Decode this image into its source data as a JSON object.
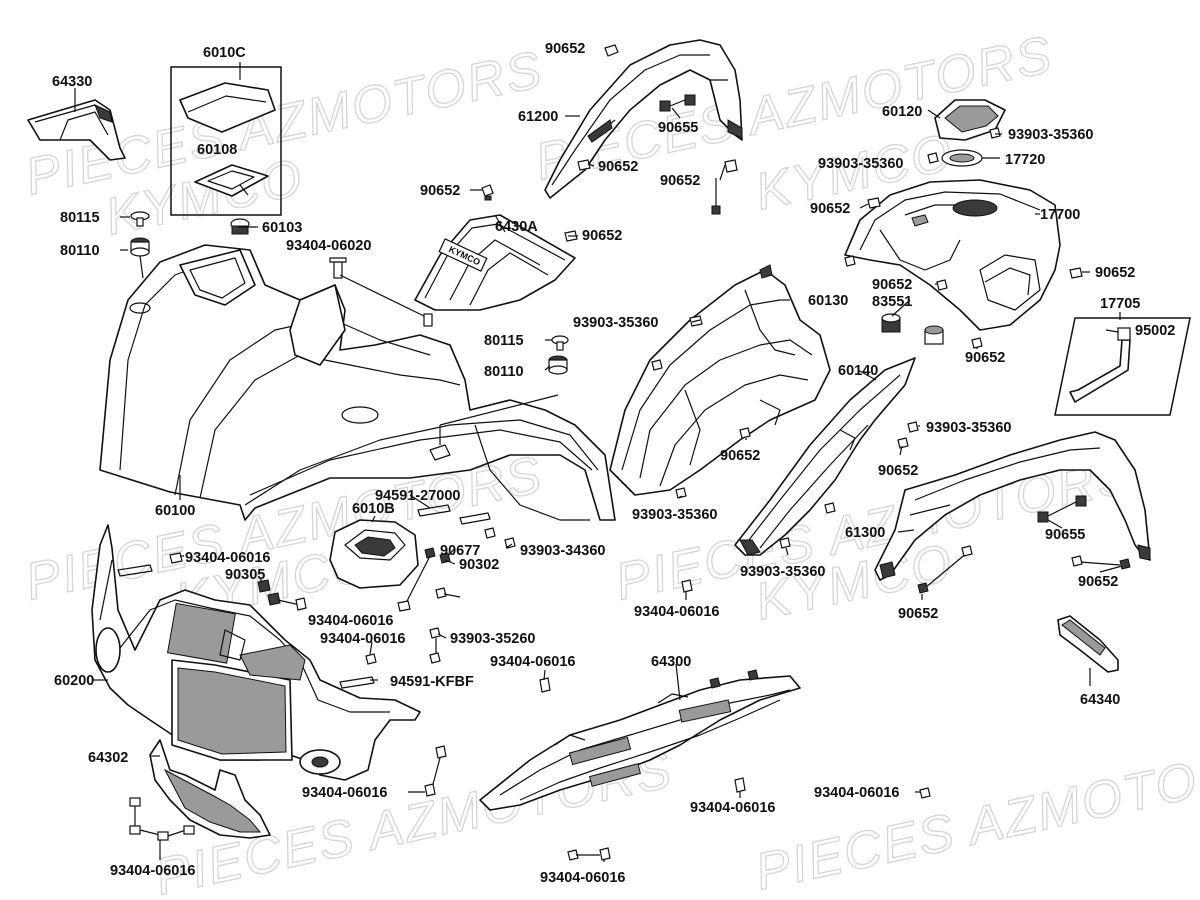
{
  "watermarks": [
    "PIECES AZMOTORS",
    "KYMCO"
  ],
  "labels": {
    "p64330": "64330",
    "p6010C": "6010C",
    "p60108": "60108",
    "p60103": "60103",
    "p80115a": "80115",
    "p80110a": "80110",
    "p93404_06020": "93404-06020",
    "p90652_top": "90652",
    "p61200": "61200",
    "p90655_top": "90655",
    "p90652_b": "90652",
    "p90652_c": "90652",
    "p90652_d": "90652",
    "p6430A": "6430A",
    "p90652_e": "90652",
    "p60120": "60120",
    "p93903_35360_a": "93903-35360",
    "p93903_35360_b": "93903-35360",
    "p17720": "17720",
    "p90652_f": "90652",
    "p17700": "17700",
    "p90652_g": "90652",
    "p90652_h": "90652",
    "p83551": "83551",
    "p90652_i": "90652",
    "p17705": "17705",
    "p95002": "95002",
    "p93903_35360_c": "93903-35360",
    "p60130": "60130",
    "p80115b": "80115",
    "p80110b": "80110",
    "p60140": "60140",
    "p93903_35360_d": "93903-35360",
    "p90652_j": "90652",
    "p90652_k": "90652",
    "p60100": "60100",
    "p94591_27000": "94591-27000",
    "p6010B": "6010B",
    "p93903_35360_e": "93903-35360",
    "p61300": "61300",
    "p90655_b": "90655",
    "p90677": "90677",
    "p93903_34360": "93903-34360",
    "p90305": "90305",
    "p90302": "90302",
    "p93404_06016_a": "93404-06016",
    "p93903_35360_f": "93903-35360",
    "p90652_l": "90652",
    "p90652_m": "90652",
    "p93404_06016_b": "93404-06016",
    "p93404_06016_c": "93404-06016",
    "p93404_06016_d": "93404-06016",
    "p93903_35260": "93903-35260",
    "p64300": "64300",
    "p60200": "60200",
    "p93404_06016_e": "93404-06016",
    "p94591_KFBF": "94591-KFBF",
    "p64340": "64340",
    "p64302": "64302",
    "p93404_06016_f": "93404-06016",
    "p93404_06016_g": "93404-06016",
    "p93404_06016_h": "93404-06016",
    "p93404_06016_i": "93404-06016",
    "p93404_06016_j": "93404-06016",
    "badge_text": "KYMCO"
  }
}
